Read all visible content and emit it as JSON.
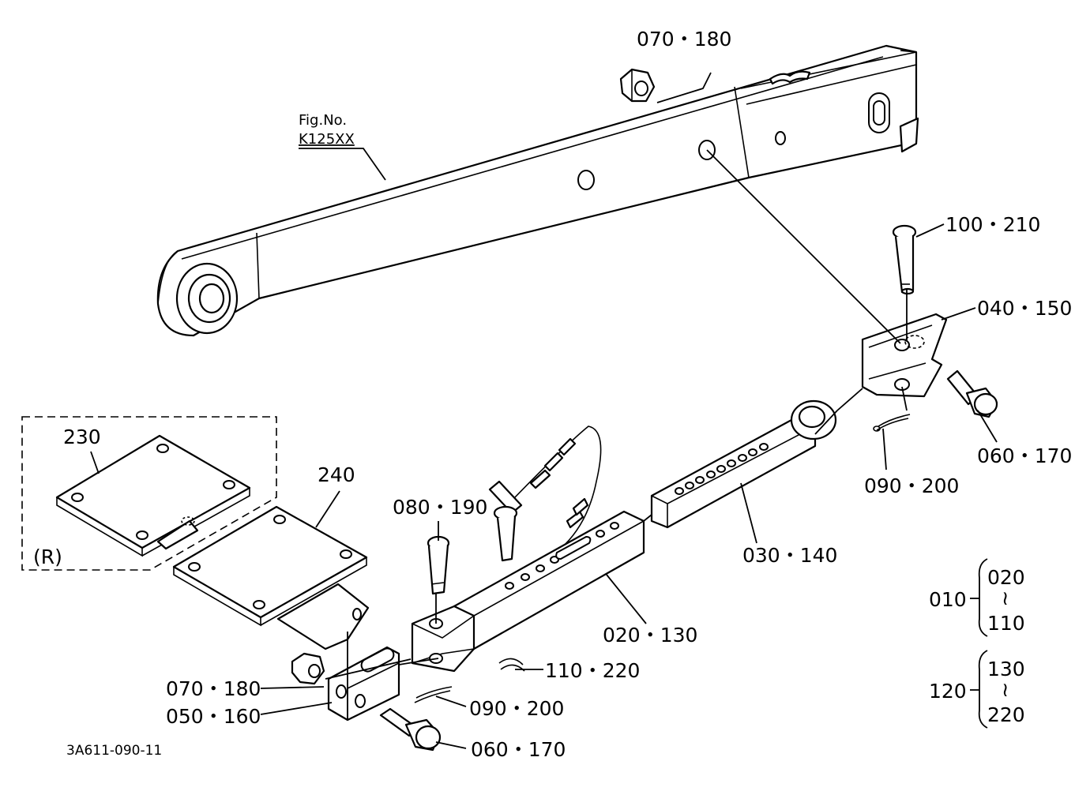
{
  "figure_ref": {
    "line1": "Fig.No.",
    "line2": "K125XX"
  },
  "labels": {
    "nut_top": "070・180",
    "pin_top": "100・210",
    "bracket": "040・150",
    "bolt_right": "060・170",
    "cotter_right": "090・200",
    "rod": "030・140",
    "pin_mid": "080・190",
    "tube": "020・130",
    "chain_pin": "110・220",
    "nut_bottom": "070・180",
    "clevis": "050・160",
    "cotter_bottom": "090・200",
    "bolt_bottom": "060・170",
    "plate_r": "230",
    "plate": "240",
    "r_marker": "(R)"
  },
  "assemblies": [
    {
      "id": "010",
      "top": "020",
      "tilde": "≀",
      "bottom": "110"
    },
    {
      "id": "120",
      "top": "130",
      "tilde": "≀",
      "bottom": "220"
    }
  ],
  "drawing_code": "3A611-090-11"
}
